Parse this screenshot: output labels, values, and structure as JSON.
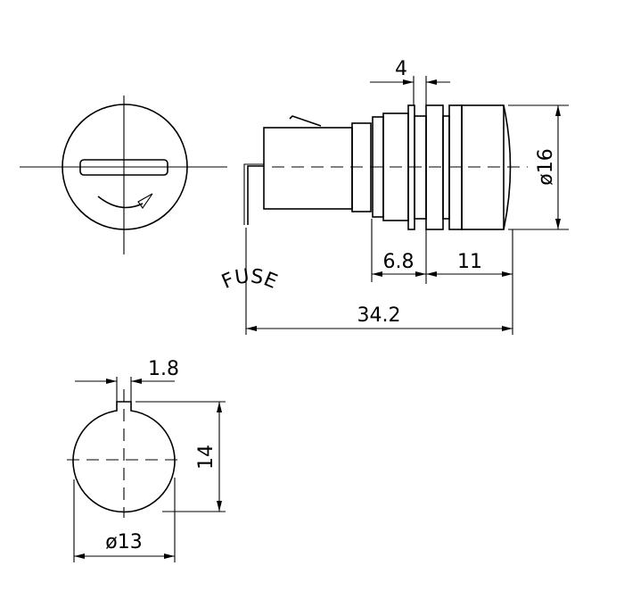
{
  "front_view": {
    "marking": "FUSE"
  },
  "side_view": {
    "dimensions": {
      "flange_gap": "4",
      "diameter": "ø16",
      "thread_length": "6.8",
      "cap_length": "11",
      "overall_length": "34.2"
    }
  },
  "panel_cutout": {
    "dimensions": {
      "key_width": "1.8",
      "height": "14",
      "diameter": "ø13"
    }
  }
}
